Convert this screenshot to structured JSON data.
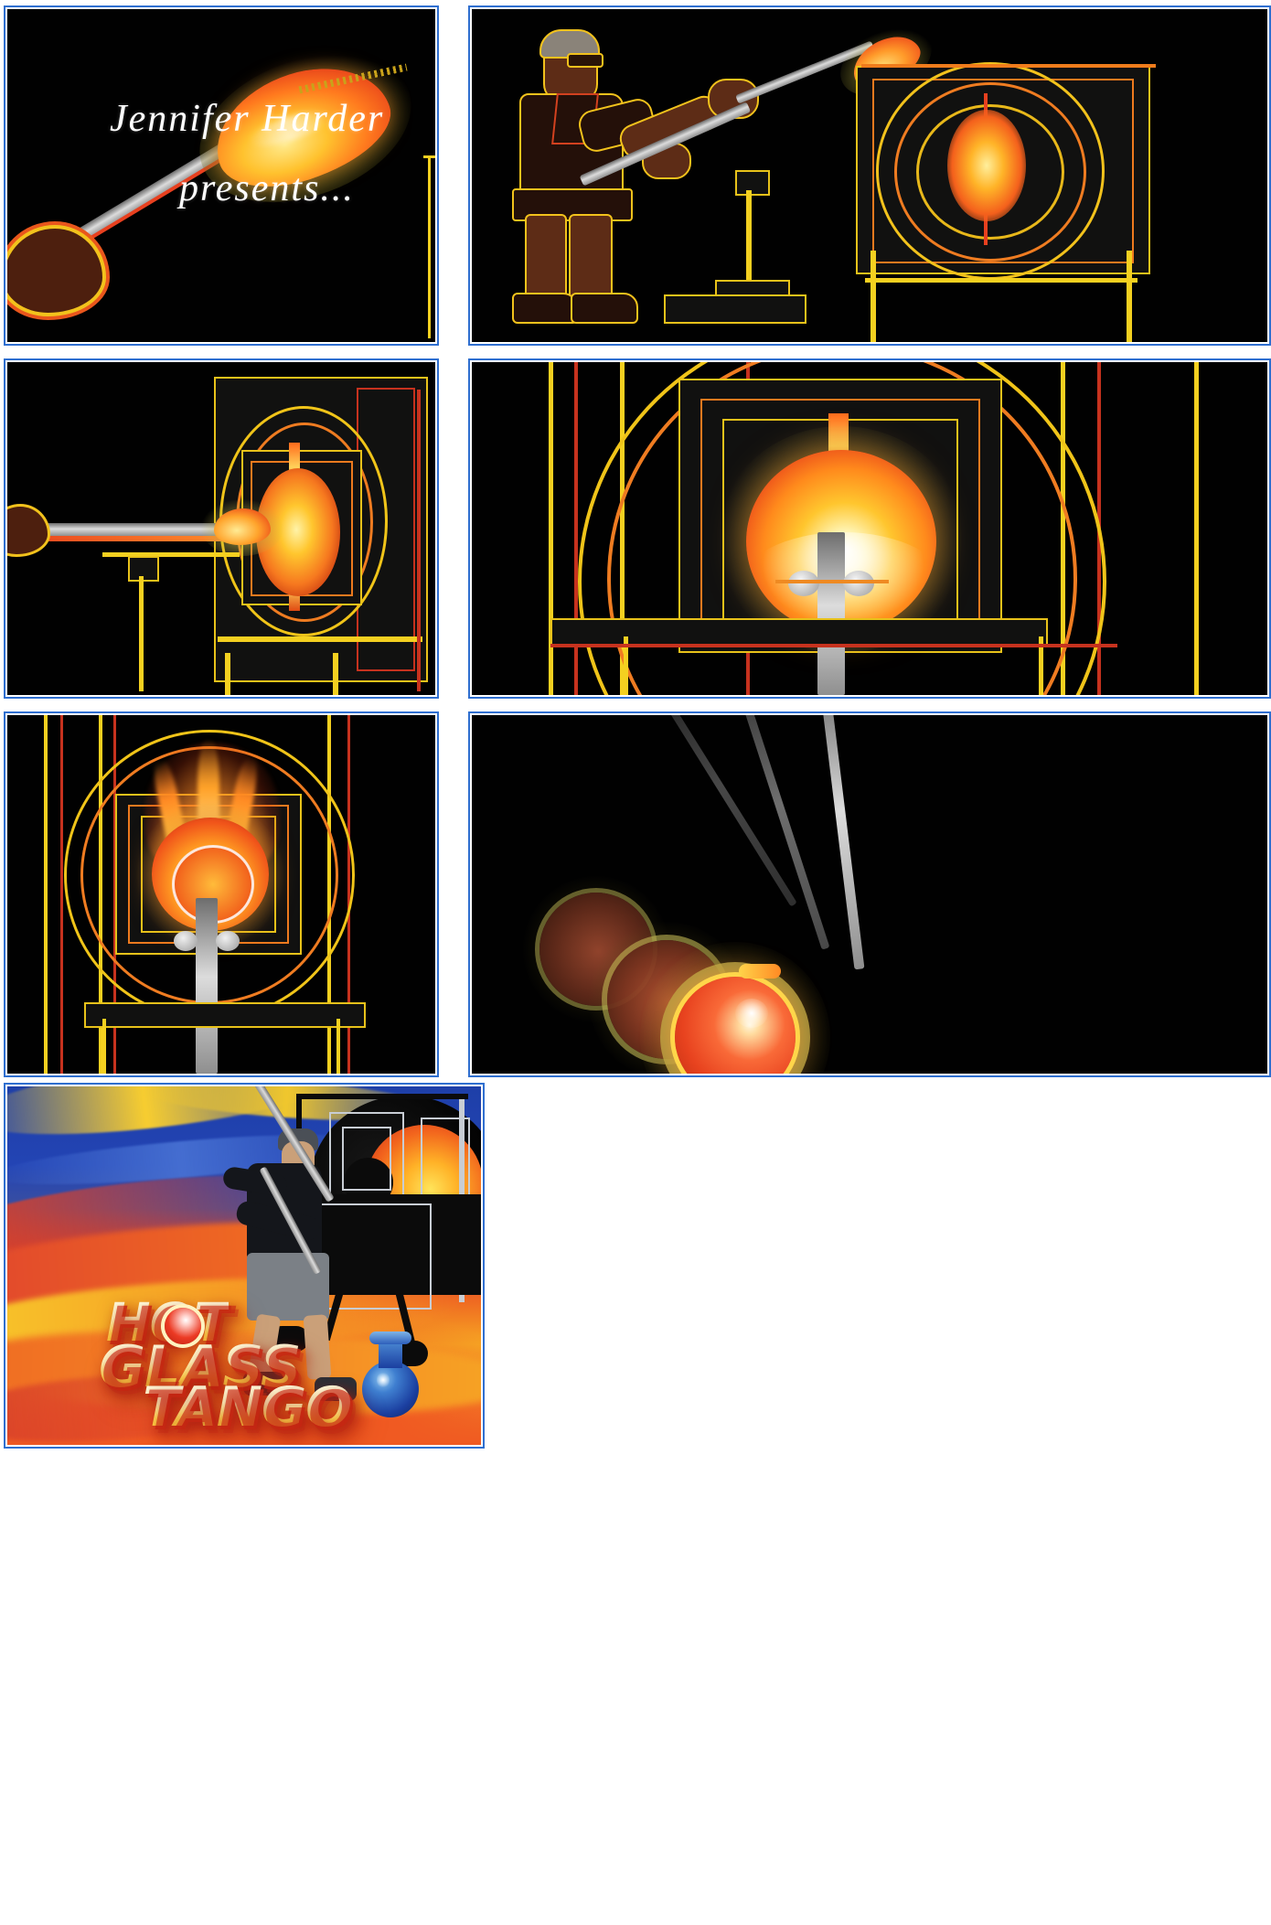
{
  "document": {
    "kind": "comic-storyboard-page",
    "panel_count": 7,
    "background_color": "#ffffff",
    "panel_border_color": "#2f6fd0",
    "panel_background_color": "#000000"
  },
  "panels": [
    {
      "id": "panel-1",
      "name": "title-panel",
      "caption_line_1": "Jennifer Harder",
      "caption_line_2": "presents...",
      "caption_color": "#ffffff",
      "description": "Black panel with a glowing molten glass gather on a blowpipe running diagonally, white italic serif title text overlaid.",
      "accent_colors": [
        "#f2c21c",
        "#ef6a22",
        "#d23a1c"
      ]
    },
    {
      "id": "panel-2",
      "name": "glassblower-at-glory-hole",
      "description": "Neon outline glassblower in apron and shorts holding a blowpipe toward a glory hole furnace on a stand.",
      "accent_colors": [
        "#f2c21c",
        "#d2411f",
        "#5d2c16"
      ]
    },
    {
      "id": "panel-3",
      "name": "gather-entering-glory-hole",
      "description": "Blowpipe with glowing orange gather being inserted into the arched glory hole opening.",
      "accent_colors": [
        "#f2c21c",
        "#ef7c21",
        "#ff9a2e"
      ]
    },
    {
      "id": "panel-4",
      "name": "glowing-gather-close-up",
      "description": "Close-up of incandescent glass bubble glowing white-hot at the center of concentric furnace rings.",
      "accent_colors": [
        "#f4d020",
        "#ff7a18",
        "#ffe27a"
      ]
    },
    {
      "id": "panel-5",
      "name": "flames-erupting",
      "description": "Same furnace view with tall orange and yellow flames rising from the molten glass.",
      "accent_colors": [
        "#ffb02e",
        "#ff5a14",
        "#ffe9a8"
      ]
    },
    {
      "id": "panel-6",
      "name": "swinging-gather-motion",
      "description": "Three motion-blur positions of a glowing glass orb on a rod swinging like a pendulum against black.",
      "accent_colors": [
        "#c9b24a",
        "#e8483a",
        "#ffd24a"
      ]
    },
    {
      "id": "panel-7",
      "name": "hot-glass-tango-poster",
      "logo_line_1": "HOT",
      "logo_line_2": "GLASS",
      "logo_line_3": "TANGO",
      "description": "Colour poster: glassblower in black shirt and grey shorts working a pipe in front of a furnace, on flowing blue / red / orange / yellow waves; a blue vase sits at lower right forming the final O.",
      "accent_colors": [
        "#1e3fa8",
        "#d8402a",
        "#f6a623",
        "#1b3fa0"
      ]
    }
  ]
}
